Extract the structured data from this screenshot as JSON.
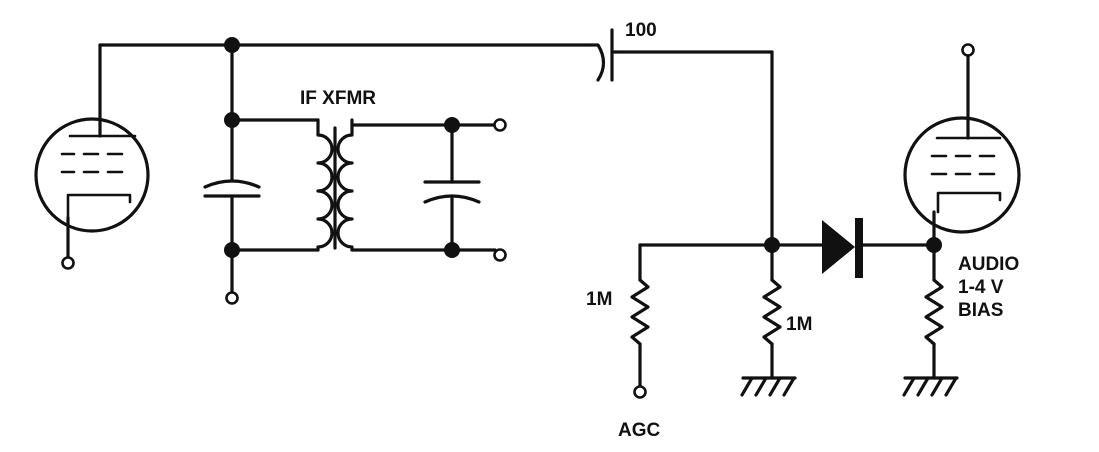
{
  "labels": {
    "capacitor_value": "100",
    "transformer": "IF XFMR",
    "resistor_agc": "1M",
    "resistor_detector": "1M",
    "agc": "AGC",
    "audio": "AUDIO",
    "bias_range": "1-4 V",
    "bias": "BIAS"
  }
}
